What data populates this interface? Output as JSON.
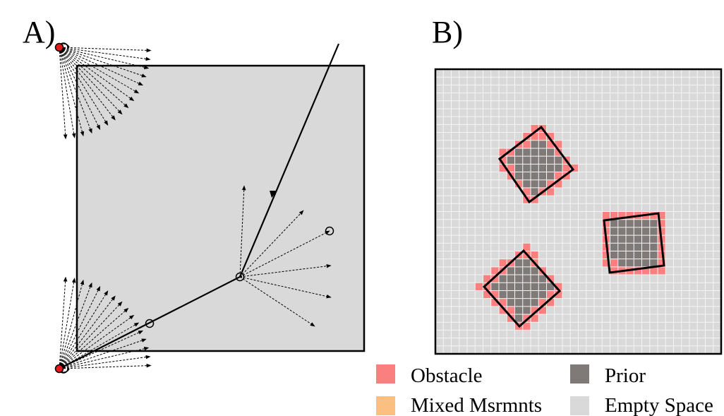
{
  "panel_a": {
    "label": "A)"
  },
  "panel_b": {
    "label": "B)"
  },
  "legend": [
    {
      "label": "Obstacle",
      "color": "#fa8080"
    },
    {
      "label": "Prior",
      "color": "#7f7a78"
    },
    {
      "label": "Mixed Msrmnts",
      "color": "#fbc081"
    },
    {
      "label": "Empty Space",
      "color": "#d9d9d9"
    }
  ],
  "colors": {
    "region_fill": "#d9d9d9",
    "sensor": "#e31a1c",
    "grid_line": "#f5f5f5",
    "ray": "#000000"
  }
}
